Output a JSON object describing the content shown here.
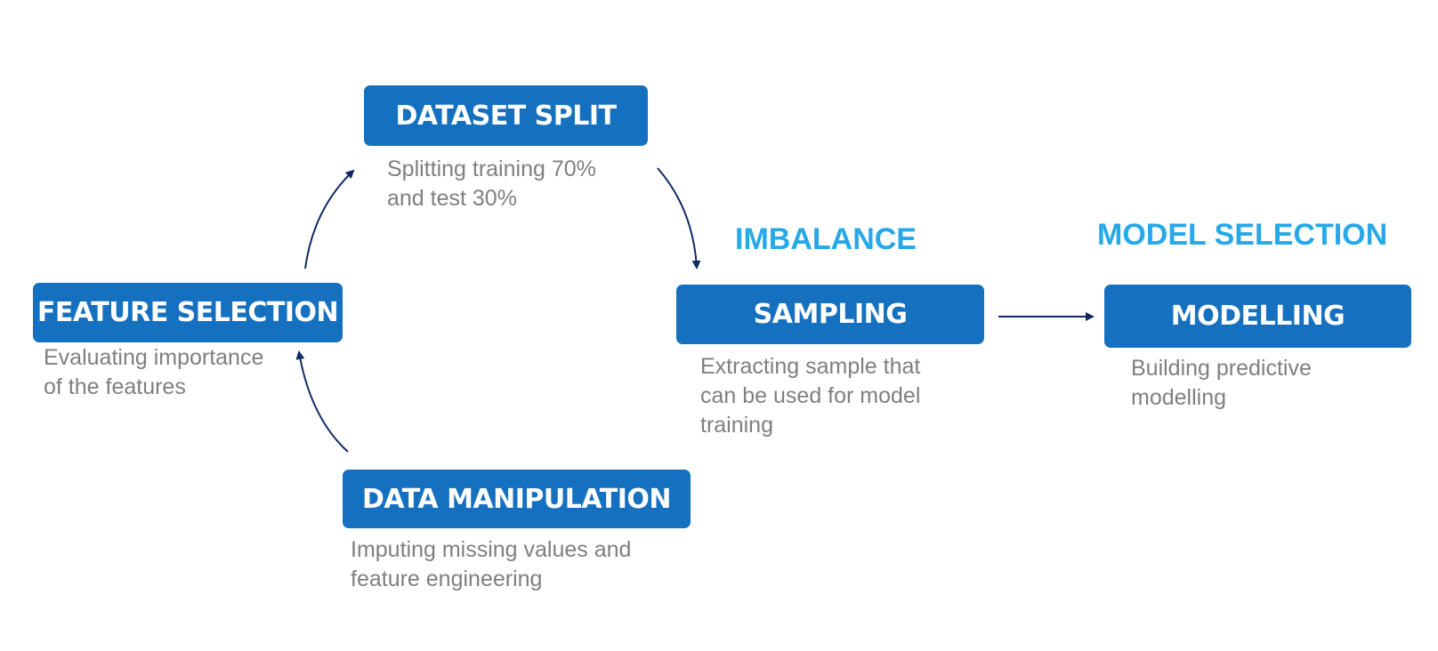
{
  "colors": {
    "box_fill": "#1571c0",
    "box_text": "#ffffff",
    "description_text": "#7f7f7f",
    "heading_text": "#27a8e8",
    "arrow": "#0f2a66"
  },
  "steps": {
    "dataset_split": {
      "label": "DATASET SPLIT",
      "description": "Splitting training 70%\nand test 30%"
    },
    "feature_selection": {
      "label": "FEATURE SELECTION",
      "description": "Evaluating importance\nof the features"
    },
    "data_manipulation": {
      "label": "DATA MANIPULATION",
      "description": "Imputing missing values and\nfeature engineering"
    },
    "sampling": {
      "heading": "IMBALANCE",
      "label": "SAMPLING",
      "description": "Extracting sample that\ncan be used for model\ntraining"
    },
    "modelling": {
      "heading": "MODEL SELECTION",
      "label": "MODELLING",
      "description": "Building predictive\nmodelling"
    }
  }
}
